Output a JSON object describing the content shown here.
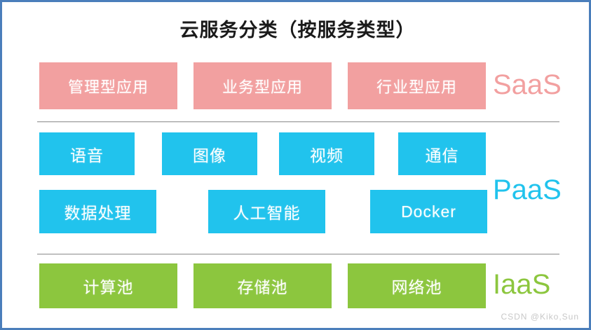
{
  "diagram": {
    "title": "云服务分类（按服务类型）",
    "watermark": "CSDN @Kiko,Sun",
    "frame_color": "#4a7ebb"
  },
  "tiers": [
    {
      "key": "saas",
      "label": "SaaS",
      "color": "#f2a0a0",
      "boxes": [
        {
          "label": "管理型应用"
        },
        {
          "label": "业务型应用"
        },
        {
          "label": "行业型应用"
        }
      ]
    },
    {
      "key": "paas",
      "label": "PaaS",
      "color": "#21c3ed",
      "boxes": [
        {
          "label": "语音"
        },
        {
          "label": "图像"
        },
        {
          "label": "视频"
        },
        {
          "label": "通信"
        },
        {
          "label": "数据处理"
        },
        {
          "label": "人工智能"
        },
        {
          "label": "Docker"
        }
      ]
    },
    {
      "key": "iaas",
      "label": "IaaS",
      "color": "#8cc63e",
      "boxes": [
        {
          "label": "计算池"
        },
        {
          "label": "存储池"
        },
        {
          "label": "网络池"
        }
      ]
    }
  ]
}
